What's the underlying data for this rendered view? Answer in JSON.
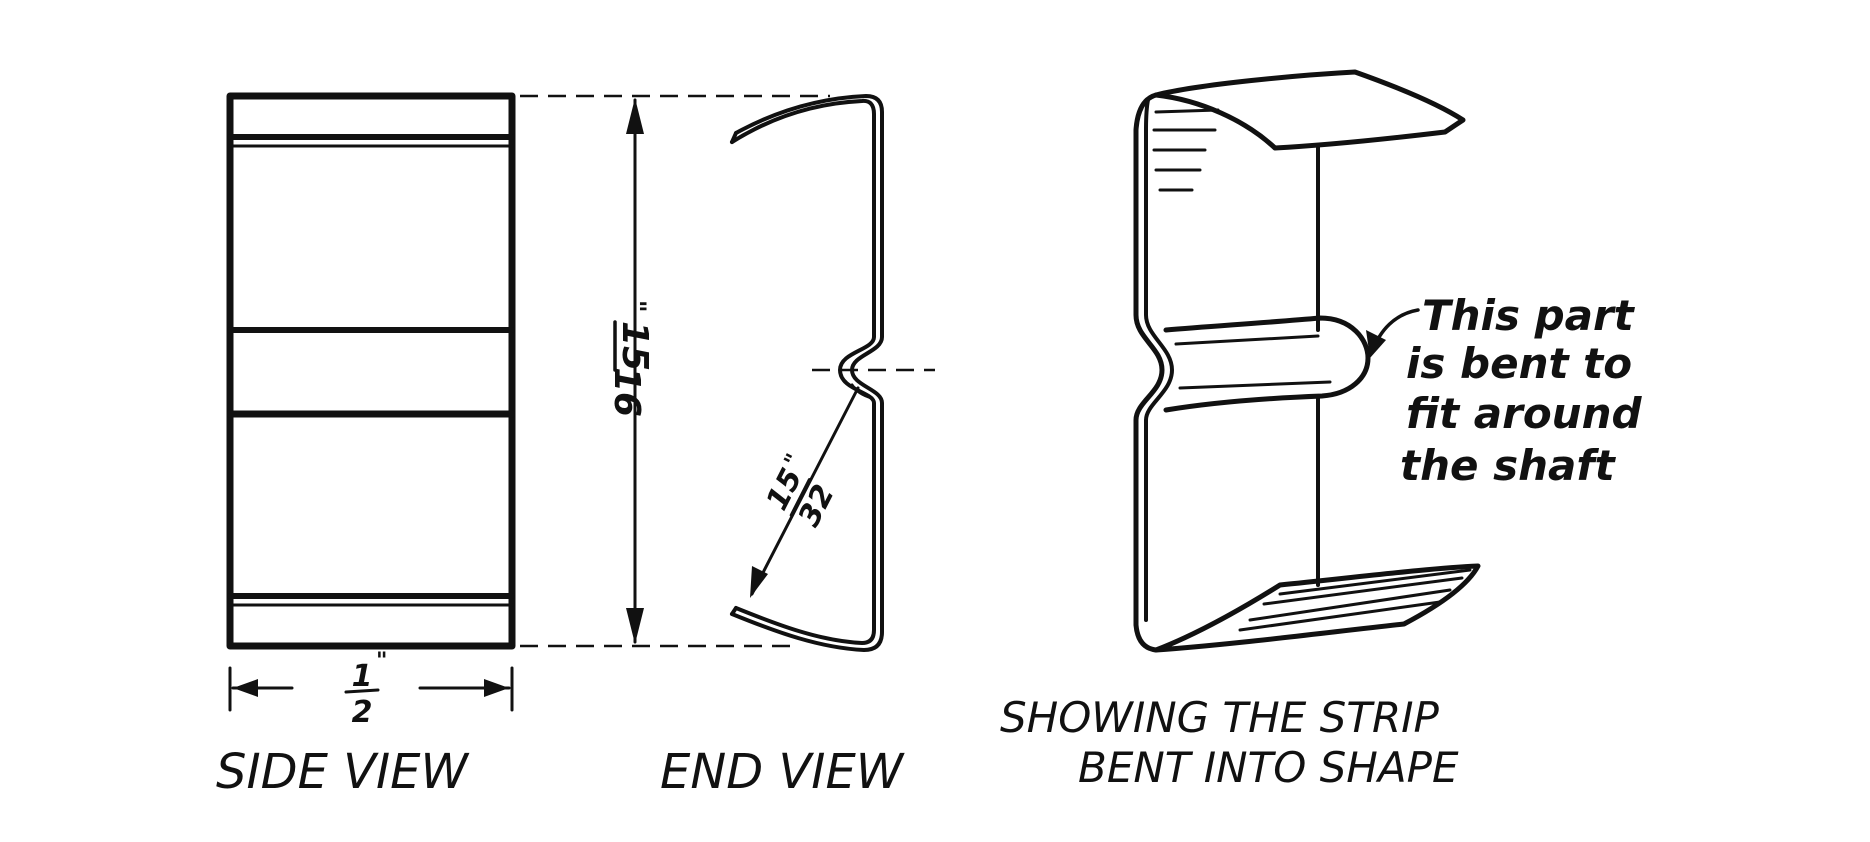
{
  "views": {
    "side": {
      "caption": "SIDE VIEW",
      "width_dim": {
        "numerator": "1",
        "denominator": "2",
        "unit": "\""
      }
    },
    "end": {
      "caption": "END VIEW",
      "height_dim": {
        "numerator": "15",
        "denominator": "16",
        "unit": "\""
      },
      "radius_dim": {
        "numerator": "15",
        "denominator": "32",
        "unit": "\""
      }
    },
    "perspective": {
      "caption_line1": "SHOWING THE STRIP",
      "caption_line2": "BENT INTO SHAPE",
      "note_lines": [
        "This part",
        "is bent to",
        "fit around",
        "the shaft"
      ]
    }
  }
}
